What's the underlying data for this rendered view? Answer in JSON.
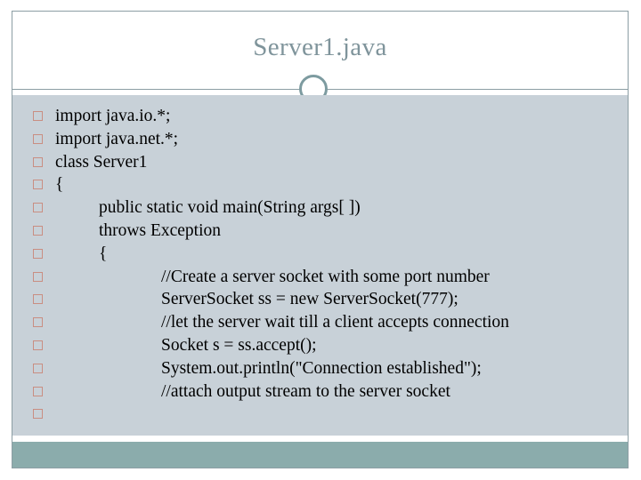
{
  "slide": {
    "title": "Server1.java",
    "title_color": "#7f949b",
    "body_background": "#c8d1d8",
    "footer_color": "#8bacac",
    "frame_color": "#8c9ea4",
    "bullet_color": "#c98e82",
    "text_color": "#000000",
    "ring_icon": "circle-ring-icon"
  },
  "code_lines": [
    {
      "bullet": "square-bullet-icon",
      "indent": 0,
      "text": "import java.io.*;"
    },
    {
      "bullet": "square-bullet-icon",
      "indent": 0,
      "text": "import java.net.*;"
    },
    {
      "bullet": "square-bullet-icon",
      "indent": 0,
      "text": "class Server1"
    },
    {
      "bullet": "square-bullet-icon",
      "indent": 0,
      "text": "{"
    },
    {
      "bullet": "square-bullet-icon",
      "indent": 1,
      "text": "public static void main(String args[ ])"
    },
    {
      "bullet": "square-bullet-icon",
      "indent": 1,
      "text": "throws Exception"
    },
    {
      "bullet": "square-bullet-icon",
      "indent": 1,
      "text": "{"
    },
    {
      "bullet": "square-bullet-icon",
      "indent": 2,
      "text": "//Create a server socket with some port number"
    },
    {
      "bullet": "square-bullet-icon",
      "indent": 2,
      "text": "ServerSocket ss = new ServerSocket(777);"
    },
    {
      "bullet": "square-bullet-icon",
      "indent": 2,
      "text": "//let the server wait till a client accepts connection"
    },
    {
      "bullet": "square-bullet-icon",
      "indent": 2,
      "text": "Socket s = ss.accept();"
    },
    {
      "bullet": "square-bullet-icon",
      "indent": 2,
      "text": "System.out.println(\"Connection established\");"
    },
    {
      "bullet": "square-bullet-icon",
      "indent": 2,
      "text": "//attach output stream to the server socket"
    },
    {
      "bullet": "square-bullet-icon",
      "indent": 0,
      "text": ""
    }
  ]
}
